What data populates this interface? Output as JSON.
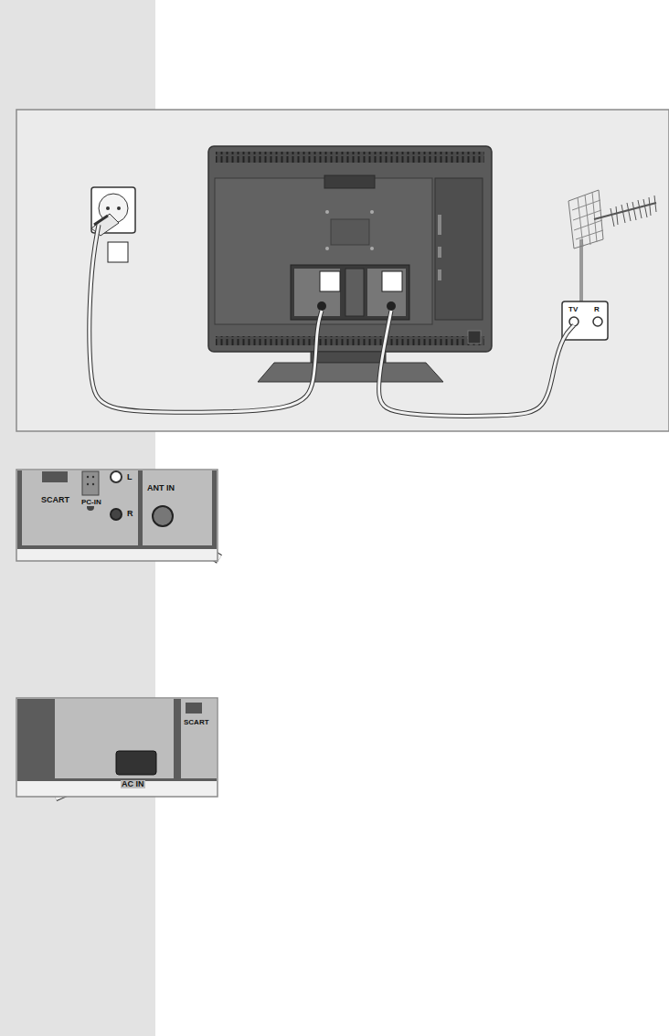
{
  "diagram": {
    "labels": [
      "SCART",
      "PC-IN",
      "L",
      "R",
      "ANT IN",
      "AC IN",
      "SCART",
      "TV",
      "R"
    ]
  }
}
